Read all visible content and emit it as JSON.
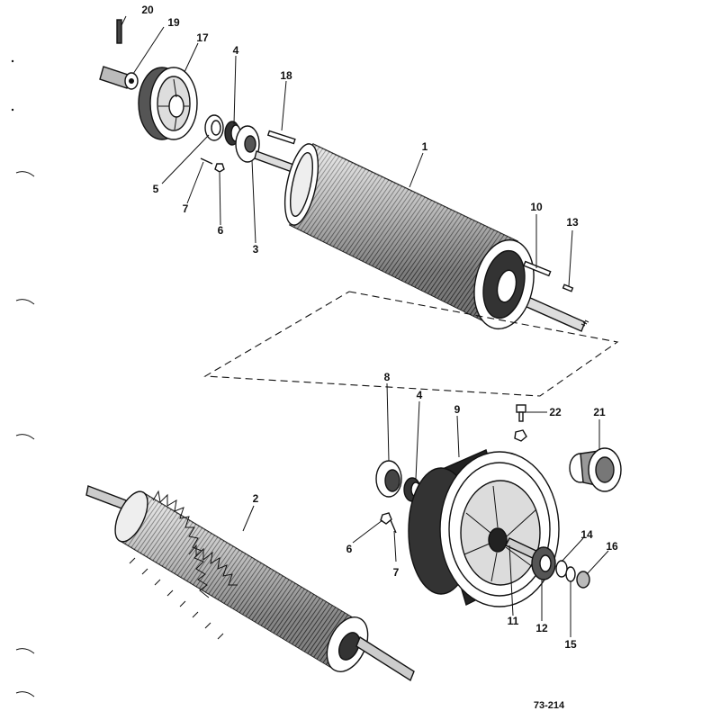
{
  "figure_number": "73-214",
  "labels": {
    "n1": "1",
    "n2": "2",
    "n3": "3",
    "n4a": "4",
    "n4b": "4",
    "n5": "5",
    "n6a": "6",
    "n6b": "6",
    "n7a": "7",
    "n7b": "7",
    "n8": "8",
    "n9": "9",
    "n10": "10",
    "n11": "11",
    "n12": "12",
    "n13": "13",
    "n14": "14",
    "n15": "15",
    "n16": "16",
    "n17": "17",
    "n18": "18",
    "n19": "19",
    "n20": "20",
    "n21": "21",
    "n22": "22"
  },
  "colors": {
    "ink": "#111111",
    "paper": "#ffffff",
    "shade": "#3a3a3a"
  }
}
